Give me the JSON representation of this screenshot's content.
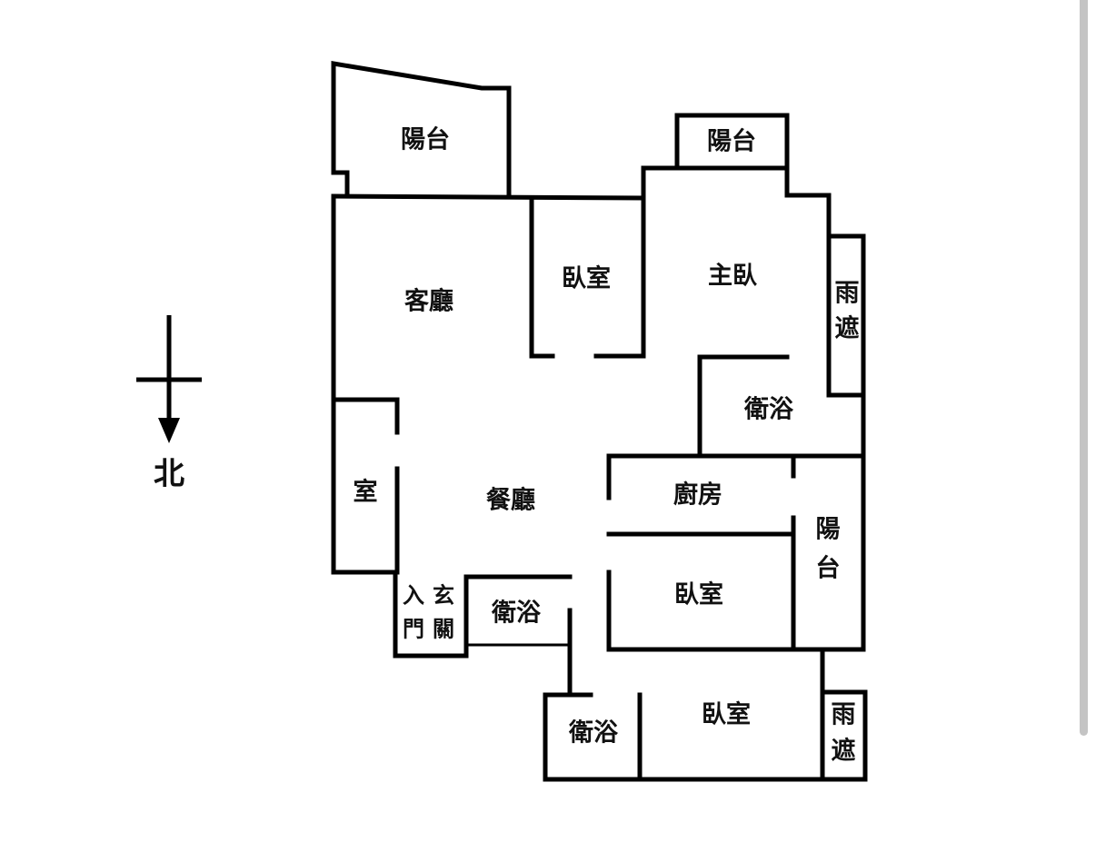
{
  "compass": {
    "north_label": "北"
  },
  "rooms": {
    "balcony_nw": "陽台",
    "balcony_top": "陽台",
    "living_room": "客廳",
    "bedroom_1": "臥室",
    "master_bedroom": "主臥",
    "rain_shelter_1": [
      "雨",
      "遮"
    ],
    "master_bath": "衛浴",
    "small_room": "室",
    "dining_room": "餐廳",
    "kitchen": "廚房",
    "balcony_east": [
      "陽",
      "台"
    ],
    "bedroom_2": "臥室",
    "entry": [
      "入",
      "玄",
      "門",
      "關"
    ],
    "bath_2": "衛浴",
    "bath_3": "衛浴",
    "bedroom_3": "臥室",
    "rain_shelter_2": [
      "雨",
      "遮"
    ]
  }
}
